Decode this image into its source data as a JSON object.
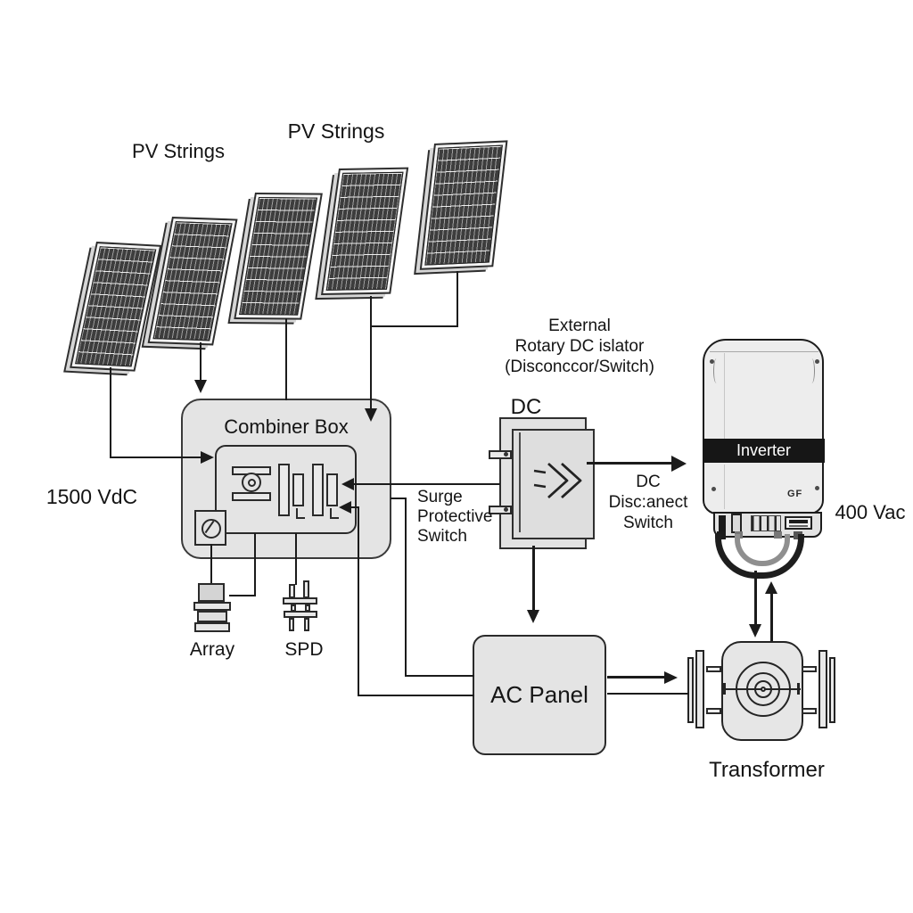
{
  "diagram": {
    "type": "solar-pv-system-single-line-diagram",
    "pv": {
      "label_left": "PV Strings",
      "label_right": "PV Strings",
      "panel_count": 5
    },
    "dc_side_voltage": "1500 VdC",
    "ac_side_voltage": "400 Vac",
    "combiner": {
      "title": "Combiner Box",
      "array_label": "Array",
      "spd_label": "SPD"
    },
    "surge_switch": {
      "line1": "Surge",
      "line2": "Protective",
      "line3": "Switch"
    },
    "isolator": {
      "caption1": "External",
      "caption2": "Rotary DC islator",
      "caption3": "(Disconccor/Switch)",
      "box_label": "DC"
    },
    "dc_disconnect": {
      "line1": "DC",
      "line2": "Disc:anect",
      "line3": "Switch"
    },
    "inverter": {
      "label": "Inverter",
      "logo": "GF"
    },
    "ac_panel": {
      "label": "AC Panel"
    },
    "transformer": {
      "label": "Transformer"
    },
    "colors": {
      "background": "#ffffff",
      "line": "#1b1b1b",
      "box_fill": "#e4e4e4",
      "panel_cell": "#3d3d3d",
      "inverter_band": "#161616",
      "band_text": "#ffffff"
    },
    "icons": {
      "dc_isolator_symbol": "double-chevron-right",
      "combiner_fuse": "fuse-with-indicator",
      "rotary_handle": "circle-with-slash"
    }
  }
}
